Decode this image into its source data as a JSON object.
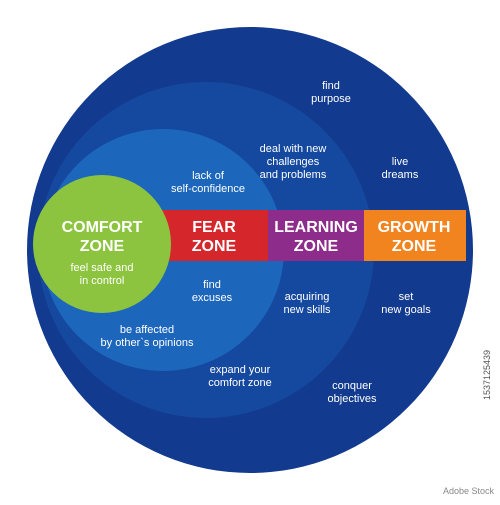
{
  "colors": {
    "outer_ring": "#123a8e",
    "ring_2": "#15489f",
    "ring_3": "#1c66bb",
    "comfort": "#8cc43f",
    "fear": "#d5262b",
    "learning": "#8e2c8b",
    "growth": "#f28420"
  },
  "zones": {
    "comfort": {
      "title": "COMFORT\nZONE",
      "subtitle": "feel safe and\nin control"
    },
    "fear": {
      "title": "FEAR\nZONE"
    },
    "learning": {
      "title": "LEARNING\nZONE"
    },
    "growth": {
      "title": "GROWTH\nZONE"
    }
  },
  "labels": {
    "lack_confidence": "lack of\nself-confidence",
    "find_excuses": "find\nexcuses",
    "affected_opinions": "be affected\nby other`s opinions",
    "deal_challenges": "deal with new\nchallenges\nand problems",
    "acquiring_skills": "acquiring\nnew skills",
    "expand_comfort": "expand your\ncomfort zone",
    "find_purpose": "find\npurpose",
    "live_dreams": "live\ndreams",
    "set_goals": "set\nnew goals",
    "conquer_objectives": "conquer\nobjectives"
  },
  "watermark": {
    "id": "1537125439",
    "brand": "Adobe Stock"
  }
}
